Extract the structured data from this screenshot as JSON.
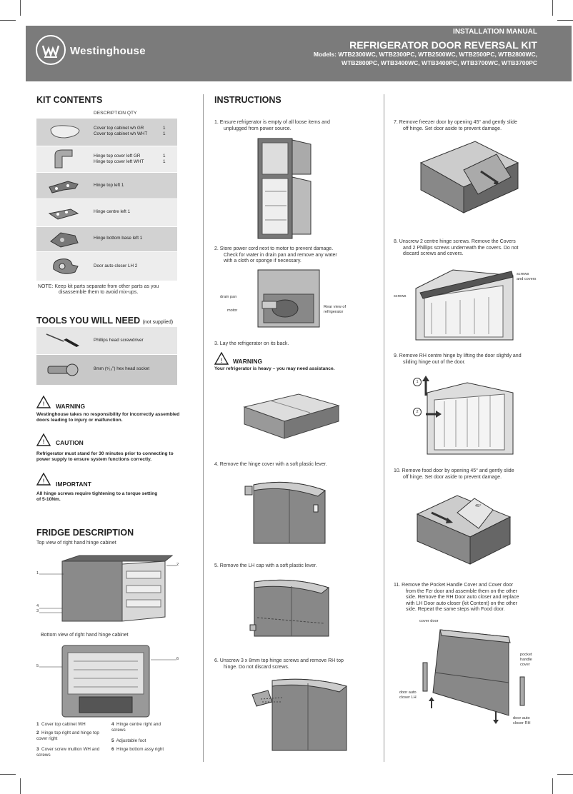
{
  "header": {
    "brand": "Westinghouse",
    "manual": "INSTALLATION MANUAL",
    "title": "REFRIGERATOR DOOR REVERSAL KIT",
    "models_line1": "Models: WTB2300WC, WTB2300PC, WTB2500WC, WTB2500PC, WTB2800WC,",
    "models_line2": "WTB2800PC, WTB3400WC, WTB3400PC, WTB3700WC, WTB3700PC"
  },
  "kit": {
    "title": "KIT CONTENTS",
    "header": "DESCRIPTION QTY",
    "rows": [
      {
        "name1": "Cover top cabinet wh GR",
        "qty1": "1",
        "name2": "Cover top cabinet wh WHT",
        "qty2": "1"
      },
      {
        "name1": "Hinge top cover left GR",
        "qty1": "1",
        "name2": "Hinge top cover left WHT",
        "qty2": "1"
      },
      {
        "name1": "Hinge top left 1"
      },
      {
        "name1": "Hinge centre left 1"
      },
      {
        "name1": "Hinge bottom base left 1"
      },
      {
        "name1": "Door auto closer LH 2"
      }
    ],
    "note_line1": "NOTE:  Keep kit parts separate from other parts as you",
    "note_line2": "disassemble them to avoid mix-ups."
  },
  "tools": {
    "title": "TOOLS YOU WILL NEED",
    "subtitle": "(not supplied)",
    "items": [
      "Phillips head screwdriver",
      "8mm (⁵⁄₁₆\") hex head socket"
    ]
  },
  "notices": [
    {
      "title": "WARNING",
      "line1": "Westinghouse takes no responsibility for incorrectly assembled",
      "line2": "doors leading to injury or malfunction."
    },
    {
      "title": "CAUTION",
      "line1": "Refrigerator must stand for 30 minutes prior to connecting to",
      "line2": "power supply to ensure system functions correctly."
    },
    {
      "title": "IMPORTANT",
      "line1": "All hinge screws require tightening to a torque setting",
      "line2": "of 5-10Nm."
    }
  ],
  "fridge": {
    "title": "FRIDGE DESCRIPTION",
    "top_caption": "Top view of right hand hinge cabinet",
    "bottom_caption": "Bottom view of right hand hinge cabinet",
    "callouts": [
      "1",
      "2",
      "4",
      "3",
      "5",
      "6"
    ],
    "legend": [
      {
        "num": "1",
        "text": "Cover top cabinet WH"
      },
      {
        "num": "2",
        "text": "Hinge top right and hinge top cover right"
      },
      {
        "num": "3",
        "text": "Cover screw mullion WH and screws"
      },
      {
        "num": "4",
        "text": "Hinge centre right and screws"
      },
      {
        "num": "5",
        "text": "Adjustable foot"
      },
      {
        "num": "6",
        "text": "Hinge bottom assy right"
      }
    ]
  },
  "instructions": {
    "title": "INSTRUCTIONS",
    "steps": [
      {
        "l1": "1.   Ensure refrigerator is empty of all loose items and",
        "l2": "unplugged from power source.",
        "l3": ""
      },
      {
        "l1": "2.   Store power cord next to motor to prevent damage.",
        "l2": "Check for water in drain pan and remove any water",
        "l3": "with a cloth or sponge if necessary."
      },
      {
        "l1": "3.   Lay the refrigerator on its back.",
        "l2": "",
        "l3": ""
      },
      {
        "l1": "4.   Remove the hinge cover with a soft plastic lever.",
        "l2": "",
        "l3": ""
      },
      {
        "l1": "5.   Remove the LH cap with a soft plastic lever.",
        "l2": "",
        "l3": ""
      },
      {
        "l1": "6.   Unscrew 3 x 8mm top hinge screws and remove RH top",
        "l2": "hinge. Do not discard screws.",
        "l3": ""
      },
      {
        "l1": "7.   Remove freezer door by opening 45° and gently slide",
        "l2": "off hinge. Set door aside to prevent damage.",
        "l3": ""
      },
      {
        "l1": "8.   Unscrew 2 centre hinge screws. Remove the Covers",
        "l2": "and 2 Phillips screws underneath the covers. Do not",
        "l3": "discard screws and covers."
      },
      {
        "l1": "9.   Remove RH centre hinge by lifting the door slightly and",
        "l2": "sliding hinge out of the door.",
        "l3": ""
      },
      {
        "l1": "10.   Remove food door by opening 45° and gently slide",
        "l2": "off hinge. Set door aside to prevent damage.",
        "l3": ""
      },
      {
        "l1": "11.   Remove the Pocket Handle Cover and Cover door",
        "l2": "from the Fzr door and assemble them on the other",
        "l3": "side. Remove the RH Door auto closer and replace",
        "l4": "with LH Door auto closer (kit Content) on the other",
        "l5": "side. Repeat the same steps with Food door."
      }
    ],
    "step2_labels": [
      "drain pan",
      "motor",
      "Rear view of",
      "refrigerator"
    ],
    "step3_warning_title": "WARNING",
    "step3_warning_body": "Your refrigerator is heavy – you may need assistance.",
    "step8_labels": [
      "screws",
      "and covers",
      "screws"
    ],
    "step9_labels": [
      "1",
      "2"
    ],
    "step10_label": "45°",
    "step11_labels": [
      "cover door",
      "pocket",
      "handle",
      "cover",
      "door auto",
      "closer LH",
      "door auto",
      "closer RH"
    ]
  }
}
